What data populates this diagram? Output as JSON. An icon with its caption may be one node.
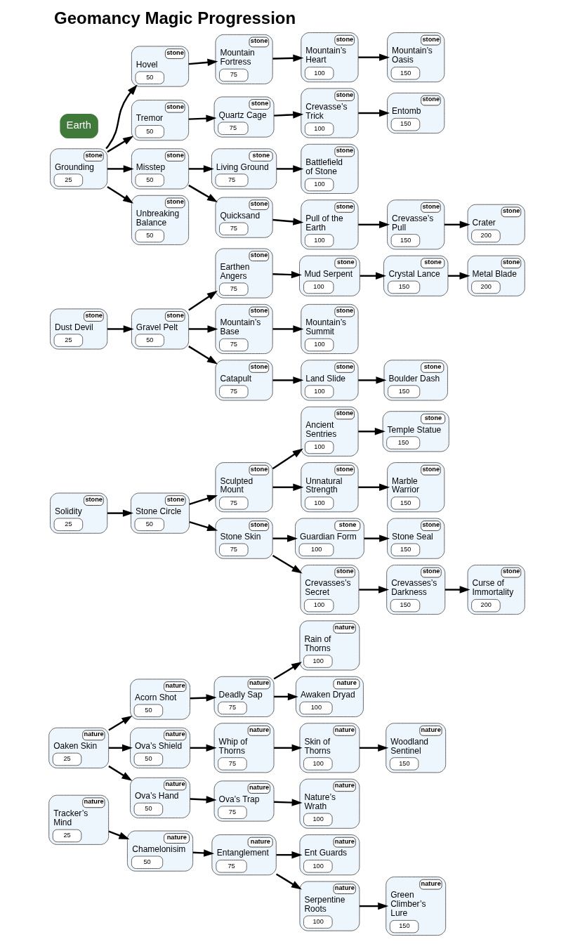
{
  "diagram": {
    "title": "Geomancy Magic Progression",
    "nodes": [
      {
        "text": [
          "Grounding",
          "25",
          "stone"
        ]
      },
      {
        "text": [
          "Hovel",
          "50",
          "stone"
        ]
      },
      {
        "text": [
          "Tremor",
          "50",
          "stone"
        ]
      },
      {
        "text": [
          "Misstep",
          "50",
          "stone"
        ]
      },
      {
        "text": [
          "Unbreaking Balance",
          "50",
          "stone"
        ]
      },
      {
        "text": [
          "Mountain Fortress",
          "75",
          "stone"
        ]
      },
      {
        "text": [
          "Quartz Cage",
          "75",
          "stone"
        ]
      },
      {
        "text": [
          "Living Ground",
          "75",
          "stone"
        ]
      },
      {
        "text": [
          "Quicksand",
          "75",
          "stone"
        ]
      },
      {
        "text": [
          "Mountain’s Heart",
          "100",
          "stone"
        ]
      },
      {
        "text": [
          "Crevasse’s Trick",
          "100",
          "stone"
        ]
      },
      {
        "text": [
          "Battlefield of Stone",
          "100",
          "stone"
        ]
      },
      {
        "text": [
          "Pull of the Earth",
          "100",
          "stone"
        ]
      },
      {
        "text": [
          "Mountain’s Oasis",
          "150",
          "stone"
        ]
      },
      {
        "text": [
          "Entomb",
          "150",
          "stone"
        ]
      },
      {
        "text": [
          "Crevasse’s Pull",
          "150",
          "stone"
        ]
      },
      {
        "text": [
          "Crater",
          "200",
          "stone"
        ]
      },
      {
        "text": [
          "Dust Devil",
          "25",
          "stone"
        ]
      },
      {
        "text": [
          "Gravel Pelt",
          "50",
          "stone"
        ]
      },
      {
        "text": [
          "Earthen Angers",
          "75",
          "stone"
        ]
      },
      {
        "text": [
          "Mountain’s Base",
          "75",
          "stone"
        ]
      },
      {
        "text": [
          "Catapult",
          "75",
          "stone"
        ]
      },
      {
        "text": [
          "Mud Serpent",
          "100",
          "stone"
        ]
      },
      {
        "text": [
          "Mountain’s Summit",
          "100",
          "stone"
        ]
      },
      {
        "text": [
          "Land Slide",
          "100",
          "stone"
        ]
      },
      {
        "text": [
          "Crystal Lance",
          "150",
          "stone"
        ]
      },
      {
        "text": [
          "Boulder Dash",
          "150",
          "stone"
        ]
      },
      {
        "text": [
          "Metal Blade",
          "200",
          "stone"
        ]
      },
      {
        "text": [
          "Solidity",
          "25",
          "stone"
        ]
      },
      {
        "text": [
          "Stone Circle",
          "50",
          "stone"
        ]
      },
      {
        "text": [
          "Sculpted Mount",
          "75",
          "stone"
        ]
      },
      {
        "text": [
          "Stone Skin",
          "75",
          "stone"
        ]
      },
      {
        "text": [
          "Ancient Sentries",
          "100",
          "stone"
        ]
      },
      {
        "text": [
          "Unnatural Strength",
          "100",
          "stone"
        ]
      },
      {
        "text": [
          "Guardian Form",
          "100",
          "stone"
        ]
      },
      {
        "text": [
          "Crevasses’s Secret",
          "100",
          "stone"
        ]
      },
      {
        "text": [
          "Temple Statue",
          "150",
          "stone"
        ]
      },
      {
        "text": [
          "Marble Warrior",
          "150",
          "stone"
        ]
      },
      {
        "text": [
          "Stone Seal",
          "150",
          "stone"
        ]
      },
      {
        "text": [
          "Crevasses’s Darkness",
          "150",
          "stone"
        ]
      },
      {
        "text": [
          "Curse of Immortality",
          "200",
          "stone"
        ]
      },
      {
        "text": [
          "Oaken Skin",
          "25",
          "nature"
        ]
      },
      {
        "text": [
          "Acorn Shot",
          "50",
          "nature"
        ]
      },
      {
        "text": [
          "Ova’s Shield",
          "50",
          "nature"
        ]
      },
      {
        "text": [
          "Ova’s Hand",
          "50",
          "nature"
        ]
      },
      {
        "text": [
          "Deadly Sap",
          "75",
          "nature"
        ]
      },
      {
        "text": [
          "Whip of Thorns",
          "75",
          "nature"
        ]
      },
      {
        "text": [
          "Ova’s Trap",
          "75",
          "nature"
        ]
      },
      {
        "text": [
          "Rain of Thorns",
          "100",
          "nature"
        ]
      },
      {
        "text": [
          "Awaken Dryad",
          "100",
          "nature"
        ]
      },
      {
        "text": [
          "Skin of Thorns",
          "100",
          "nature"
        ]
      },
      {
        "text": [
          "Nature’s Wrath",
          "100",
          "nature"
        ]
      },
      {
        "text": [
          "Woodland Sentinel",
          "150",
          "nature"
        ]
      },
      {
        "text": [
          "Tracker’s Mind",
          "25",
          "nature"
        ]
      },
      {
        "text": [
          "Chamelonisim",
          "50",
          "nature"
        ]
      },
      {
        "text": [
          "Entanglement",
          "75",
          "nature"
        ]
      },
      {
        "text": [
          "Ent Guards",
          "100",
          "nature"
        ]
      },
      {
        "text": [
          "Serpentine Roots",
          "100",
          "nature"
        ]
      },
      {
        "text": [
          "Green Climber’s Lure",
          "150",
          "nature"
        ]
      }
    ],
    "edges": [
      {
        "from": 0,
        "to": 1,
        "arrow": "to"
      },
      {
        "from": 0,
        "to": 2,
        "arrow": "to"
      },
      {
        "from": 0,
        "to": 3,
        "arrow": "to"
      },
      {
        "from": 0,
        "to": 4,
        "arrow": "to"
      },
      {
        "from": 1,
        "to": 5,
        "arrow": "to"
      },
      {
        "from": 2,
        "to": 6,
        "arrow": "to"
      },
      {
        "from": 3,
        "to": 7,
        "arrow": "to"
      },
      {
        "from": 3,
        "to": 8,
        "arrow": "to"
      },
      {
        "from": 5,
        "to": 9,
        "arrow": "to"
      },
      {
        "from": 6,
        "to": 10,
        "arrow": "to"
      },
      {
        "from": 7,
        "to": 11,
        "arrow": "to"
      },
      {
        "from": 8,
        "to": 12,
        "arrow": "to"
      },
      {
        "from": 9,
        "to": 13,
        "arrow": "to"
      },
      {
        "from": 10,
        "to": 14,
        "arrow": "to"
      },
      {
        "from": 12,
        "to": 15,
        "arrow": "to"
      },
      {
        "from": 15,
        "to": 16,
        "arrow": "to"
      },
      {
        "from": 17,
        "to": 18,
        "arrow": "to"
      },
      {
        "from": 18,
        "to": 19,
        "arrow": "to"
      },
      {
        "from": 18,
        "to": 20,
        "arrow": "to"
      },
      {
        "from": 18,
        "to": 21,
        "arrow": "to"
      },
      {
        "from": 19,
        "to": 22,
        "arrow": "to"
      },
      {
        "from": 20,
        "to": 23,
        "arrow": "to"
      },
      {
        "from": 21,
        "to": 24,
        "arrow": "to"
      },
      {
        "from": 22,
        "to": 25,
        "arrow": "to"
      },
      {
        "from": 24,
        "to": 26,
        "arrow": "to"
      },
      {
        "from": 25,
        "to": 27,
        "arrow": "to"
      },
      {
        "from": 28,
        "to": 29,
        "arrow": "to"
      },
      {
        "from": 29,
        "to": 30,
        "arrow": "to"
      },
      {
        "from": 29,
        "to": 31,
        "arrow": "to"
      },
      {
        "from": 30,
        "to": 32,
        "arrow": "to"
      },
      {
        "from": 30,
        "to": 33,
        "arrow": "to"
      },
      {
        "from": 31,
        "to": 34,
        "arrow": "to"
      },
      {
        "from": 31,
        "to": 35,
        "arrow": "to"
      },
      {
        "from": 32,
        "to": 36,
        "arrow": "to"
      },
      {
        "from": 33,
        "to": 37,
        "arrow": "to"
      },
      {
        "from": 34,
        "to": 38,
        "arrow": "to"
      },
      {
        "from": 35,
        "to": 39,
        "arrow": "to"
      },
      {
        "from": 39,
        "to": 40,
        "arrow": "to"
      },
      {
        "from": 41,
        "to": 42,
        "arrow": "to"
      },
      {
        "from": 41,
        "to": 43,
        "arrow": "to"
      },
      {
        "from": 41,
        "to": 44,
        "arrow": "to"
      },
      {
        "from": 42,
        "to": 45,
        "arrow": "to"
      },
      {
        "from": 43,
        "to": 46,
        "arrow": "to"
      },
      {
        "from": 44,
        "to": 47,
        "arrow": "to"
      },
      {
        "from": 45,
        "to": 48,
        "arrow": "to"
      },
      {
        "from": 45,
        "to": 49,
        "arrow": "to"
      },
      {
        "from": 46,
        "to": 50,
        "arrow": "to"
      },
      {
        "from": 47,
        "to": 51,
        "arrow": "to"
      },
      {
        "from": 50,
        "to": 52,
        "arrow": "to"
      },
      {
        "from": 53,
        "to": 54,
        "arrow": "to"
      },
      {
        "from": 54,
        "to": 55,
        "arrow": "to"
      },
      {
        "from": 55,
        "to": 56,
        "arrow": "to"
      },
      {
        "from": 55,
        "to": 57,
        "arrow": "to"
      },
      {
        "from": 57,
        "to": 58,
        "arrow": "to"
      }
    ],
    "labels": [
      "Earth"
    ]
  }
}
